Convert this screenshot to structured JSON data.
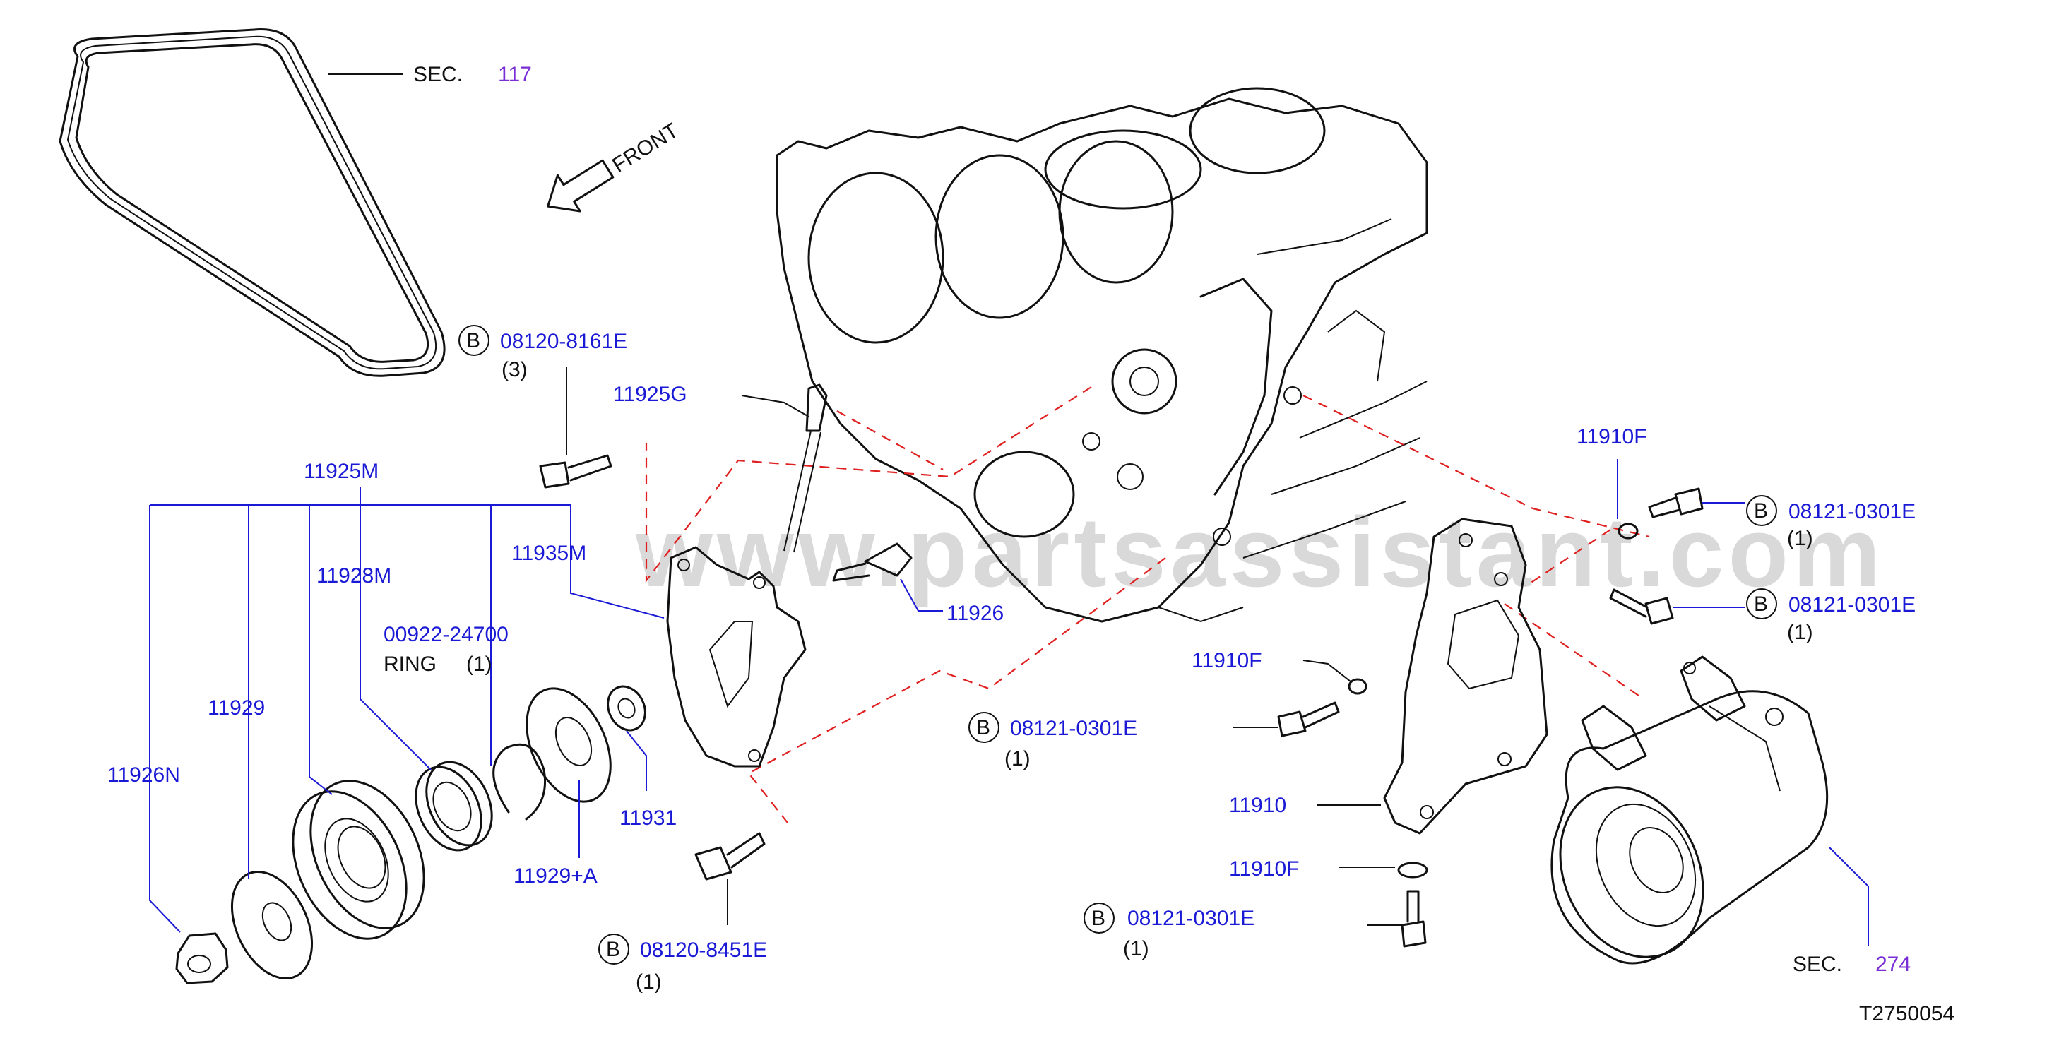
{
  "watermark": "www.partsassistant.com",
  "front_label": "FRONT",
  "sec_belt": {
    "prefix": "SEC.",
    "number": "117"
  },
  "sec_comp": {
    "prefix": "SEC.",
    "number": "274"
  },
  "figure_id": "T2750054",
  "bolt_marker": "B",
  "labels": {
    "p08120_8161E": "08120-8161E",
    "qty3": "(3)",
    "p11925G": "11925G",
    "p11925M": "11925M",
    "p11935M": "11935M",
    "p11928M": "11928M",
    "p00922": "00922-24700",
    "ring": "RING",
    "ring_qty": "(1)",
    "p11929": "11929",
    "p11926N": "11926N",
    "p11926": "11926",
    "p11931": "11931",
    "p11929A": "11929+A",
    "p08120_8451E": "08120-8451E",
    "qty_8451": "(1)",
    "p08121_mid": "08121-0301E",
    "qty_mid": "(1)",
    "p11910F_top": "11910F",
    "p08121_r1": "08121-0301E",
    "qty_r1": "(1)",
    "p08121_r2": "08121-0301E",
    "qty_r2": "(1)",
    "p11910F_mid": "11910F",
    "p11910": "11910",
    "p11910F_low": "11910F",
    "p08121_bot": "08121-0301E",
    "qty_bot": "(1)"
  }
}
